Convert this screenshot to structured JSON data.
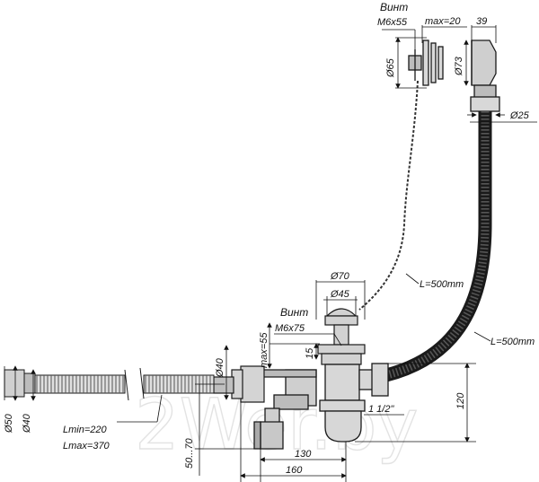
{
  "watermark": "2Wer.by",
  "top_fitting": {
    "screw_label": "Винт",
    "screw_size": "M6x55",
    "max_label": "max=20",
    "width_39": "39",
    "dia_65": "Ø65",
    "dia_73": "Ø73",
    "dia_25": "Ø25",
    "chain_length": "L=500mm"
  },
  "hose": {
    "length": "L=500mm"
  },
  "bottom_fitting": {
    "dia_70": "Ø70",
    "dia_45": "Ø45",
    "screw_label": "Винт",
    "screw_size": "M6x75",
    "max_label": "max=55",
    "dim_15": "15",
    "thread": "1 1/2\"",
    "height_120": "120",
    "width_130": "130",
    "width_160": "160",
    "range_50_70": "50...70"
  },
  "corrugated_pipe": {
    "dia_50": "Ø50",
    "dia_40_left": "Ø40",
    "dia_40_right": "Ø40",
    "lmin": "Lmin=220",
    "lmax": "Lmax=370"
  },
  "colors": {
    "line": "#1a1a1a",
    "fill_metal": "#cfcfcf",
    "watermark": "#e3e3e3"
  }
}
